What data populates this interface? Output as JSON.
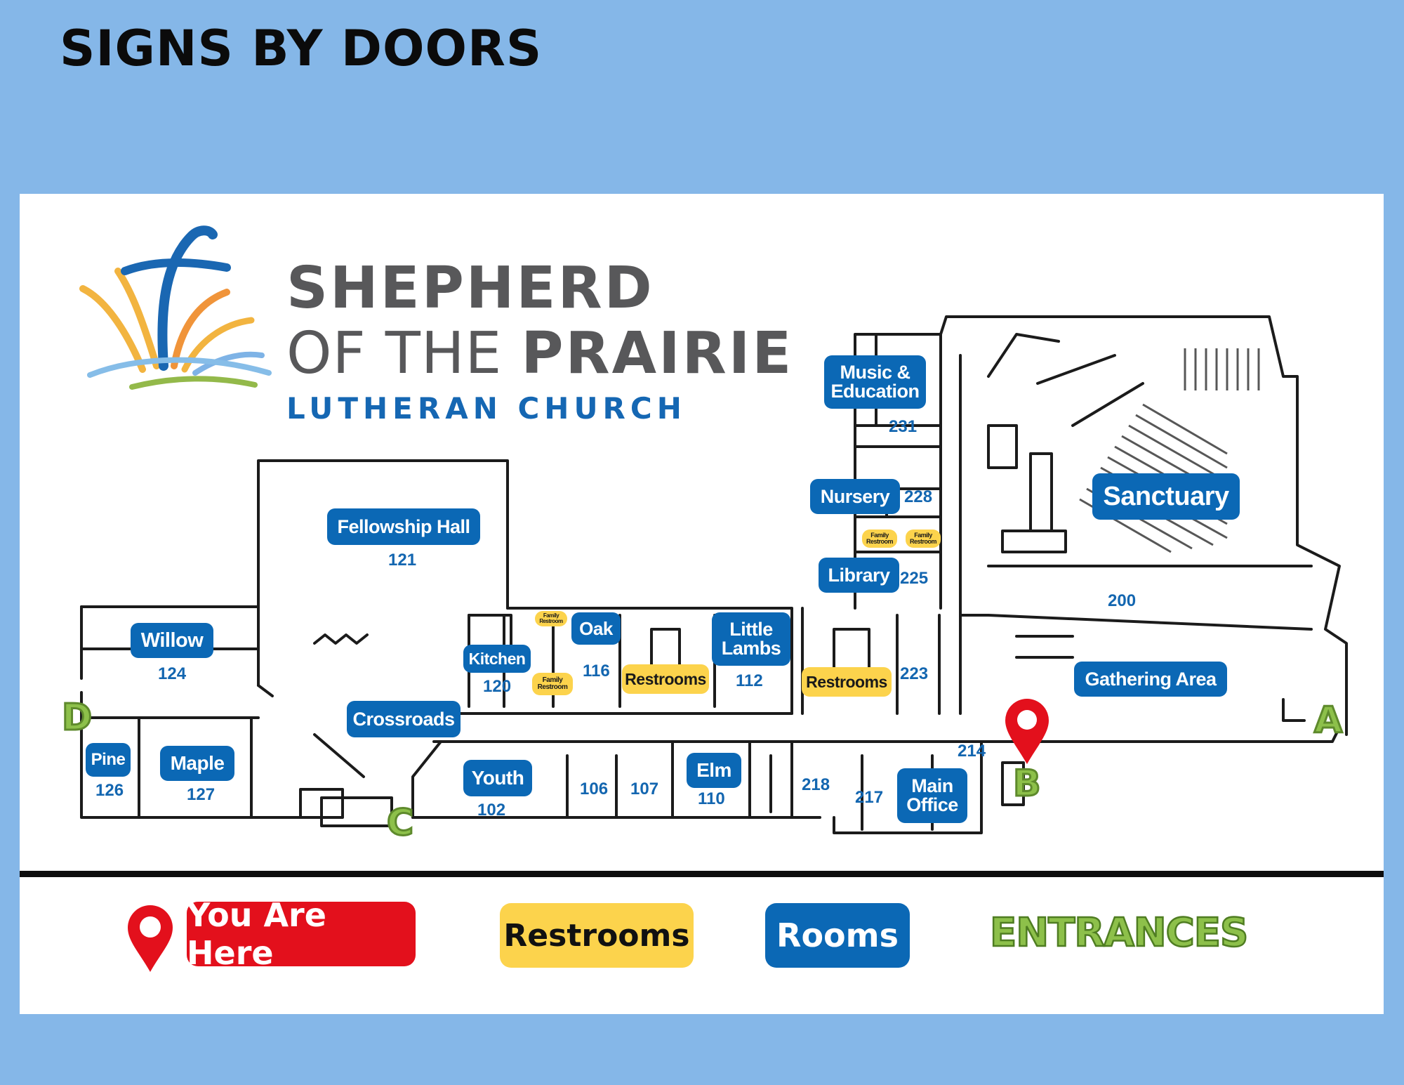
{
  "page": {
    "heading": "SIGNS BY DOORS"
  },
  "church": {
    "name_line1": "SHEPHERD",
    "name_line2_thin": "OF THE ",
    "name_line2_bold": "PRAIRIE",
    "name_line3": "LUTHERAN CHURCH"
  },
  "colors": {
    "background": "#85b7e8",
    "room_blue": "#0b68b5",
    "restroom_yellow": "#fcd34c",
    "you_are_here_red": "#e3101c",
    "entrance_green": "#8dc04a"
  },
  "rooms": {
    "music": {
      "label": "Music &\nEducation",
      "number": "231"
    },
    "nursery": {
      "label": "Nursery",
      "number": "228"
    },
    "library": {
      "label": "Library",
      "number": "225"
    },
    "sanctuary": {
      "label": "Sanctuary",
      "number": "200"
    },
    "fellowship": {
      "label": "Fellowship Hall",
      "number": "121"
    },
    "willow": {
      "label": "Willow",
      "number": "124"
    },
    "kitchen": {
      "label": "Kitchen",
      "number": "120"
    },
    "oak": {
      "label": "Oak",
      "number": "116"
    },
    "little_lambs": {
      "label": "Little\nLambs",
      "number": "112"
    },
    "room223": {
      "number": "223"
    },
    "gathering": {
      "label": "Gathering Area"
    },
    "crossroads": {
      "label": "Crossroads"
    },
    "pine": {
      "label": "Pine",
      "number": "126"
    },
    "maple": {
      "label": "Maple",
      "number": "127"
    },
    "youth": {
      "label": "Youth",
      "number": "102"
    },
    "room106": {
      "number": "106"
    },
    "room107": {
      "number": "107"
    },
    "elm": {
      "label": "Elm",
      "number": "110"
    },
    "room218": {
      "number": "218"
    },
    "room217": {
      "number": "217"
    },
    "room214": {
      "number": "214"
    },
    "main_office": {
      "label": "Main\nOffice"
    }
  },
  "restrooms": {
    "restrooms_a": "Restrooms",
    "restrooms_b": "Restrooms",
    "family_1": "Family\nRestroom",
    "family_2": "Family\nRestroom",
    "family_3": "Family\nRestroom",
    "family_4": "Family\nRestroom"
  },
  "entrances": {
    "a": "A",
    "b": "B",
    "c": "C",
    "d": "D"
  },
  "legend": {
    "you_are_here": "You Are Here",
    "restrooms": "Restrooms",
    "rooms": "Rooms",
    "entrances": "ENTRANCES"
  },
  "icons": {
    "location": "map-pin-icon"
  }
}
